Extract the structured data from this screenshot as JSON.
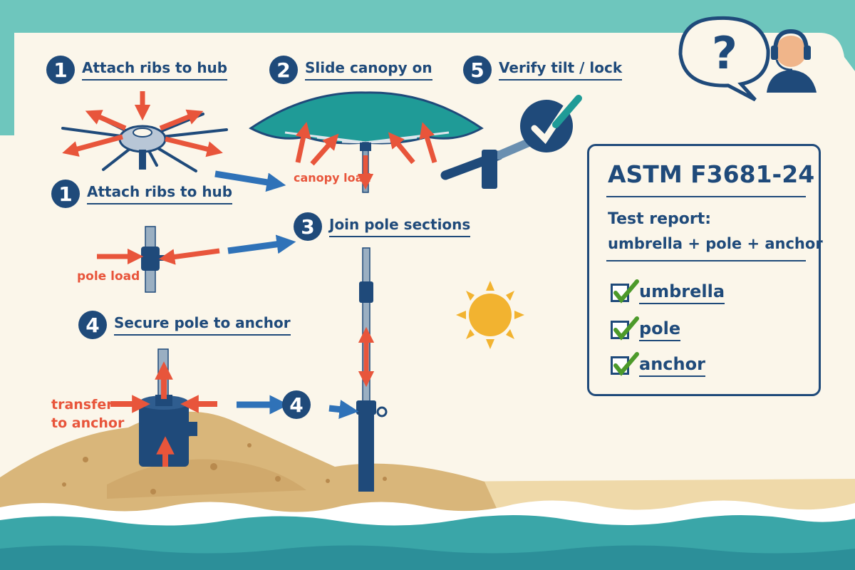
{
  "steps": [
    {
      "number": "1",
      "label": "Attach ribs to hub"
    },
    {
      "number": "2",
      "label": "Slide canopy on"
    },
    {
      "number": "5",
      "label": "Verify tilt / lock"
    },
    {
      "number": "1",
      "label": "Attach ribs to hub"
    },
    {
      "number": "3",
      "label": "Join pole sections"
    },
    {
      "number": "4",
      "label": "Secure pole to anchor"
    }
  ],
  "flow_badge": "4",
  "loads": {
    "canopy": "canopy load",
    "pole": "pole load",
    "anchor_line1": "transfer",
    "anchor_line2": "to anchor"
  },
  "help_glyph": "?",
  "report": {
    "title": "ASTM F3681-24",
    "subtitle": "Test report:",
    "scope": "umbrella + pole + anchor",
    "checklist": [
      "umbrella",
      "pole",
      "anchor"
    ]
  },
  "colors": {
    "navy": "#1f4a7a",
    "load_arrow": "#e8553b",
    "flow_arrow": "#2f72b8",
    "canopy": "#1f9b97",
    "sand": "#d9b67a",
    "sea": "#3aa6a8",
    "check": "#4c9a2a",
    "sun": "#f2b330"
  }
}
